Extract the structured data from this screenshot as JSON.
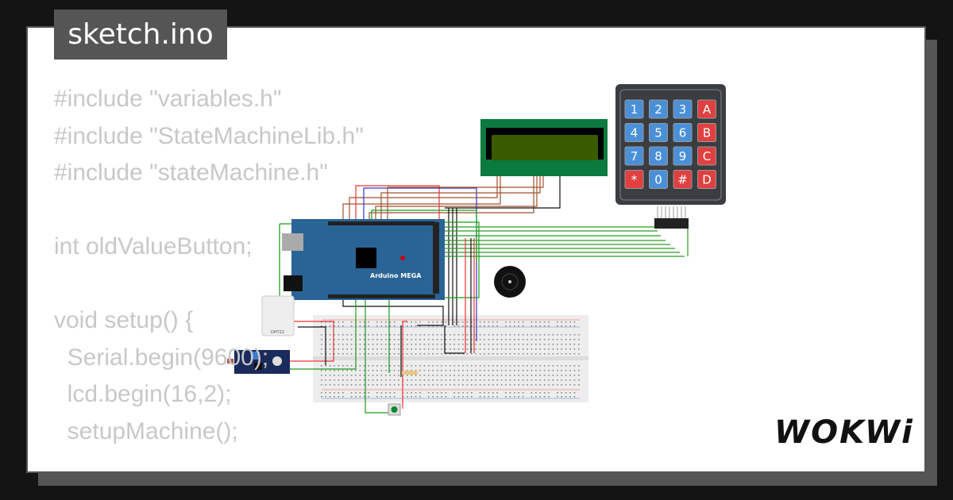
{
  "tab": {
    "title": "sketch.ino"
  },
  "code_lines": [
    "#include \"variables.h\"",
    "#include \"StateMachineLib.h\"",
    "#include \"stateMachine.h\"",
    "",
    "int oldValueButton;",
    "",
    "void setup() {",
    "  Serial.begin(9600);",
    "  lcd.begin(16,2);",
    "  setupMachine();"
  ],
  "circuit": {
    "board_label": "Arduino MEGA",
    "sensor_label": "DHT22",
    "keypad_keys": [
      "1",
      "2",
      "3",
      "A",
      "4",
      "5",
      "6",
      "B",
      "7",
      "8",
      "9",
      "C",
      "*",
      "0",
      "#",
      "D"
    ],
    "colors": {
      "board": "#2a6496",
      "lcd_pcb": "#0b7a3e",
      "lcd_screen": "#3a5a00",
      "key_blue": "#4a90d9",
      "key_red": "#e04040",
      "keypad_body": "#3a3d42"
    }
  },
  "logo": "WOKWi"
}
